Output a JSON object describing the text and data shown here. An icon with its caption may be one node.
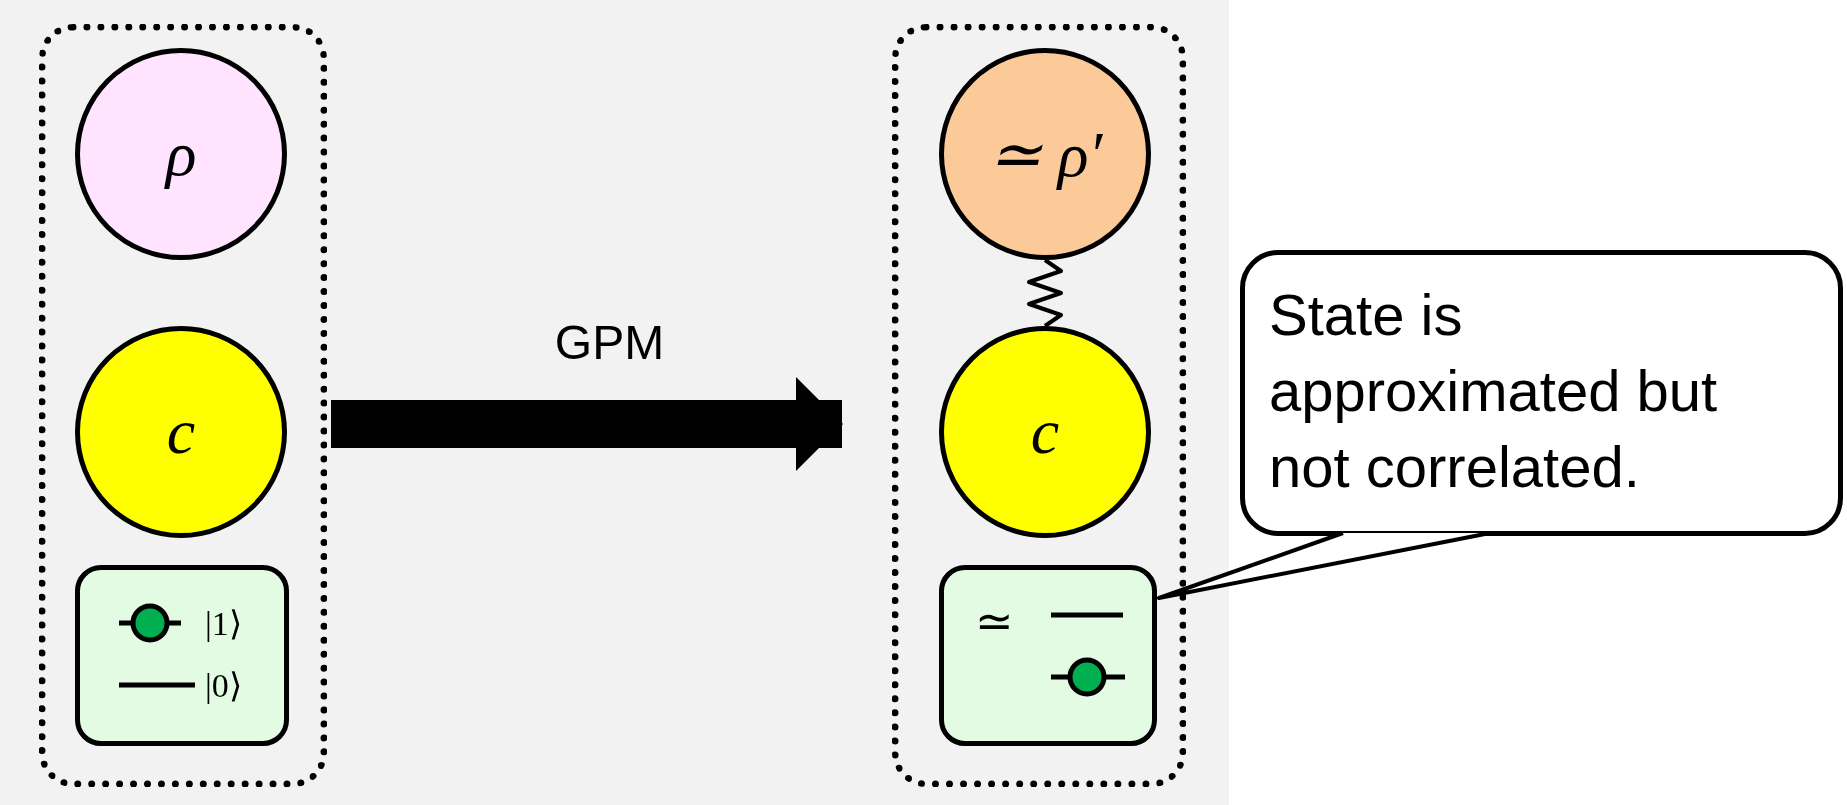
{
  "diagram": {
    "nodes": [
      {
        "text": [],
        "shape": "box"
      },
      {
        "text": [
          "ρ"
        ],
        "in": 0
      },
      {
        "text": [
          "c"
        ],
        "in": 0
      },
      {
        "text": [
          "|1⟩",
          "|0⟩"
        ],
        "in": 0
      },
      {
        "text": [],
        "shape": "box"
      },
      {
        "text": [
          "≃ ρ′"
        ],
        "in": 4
      },
      {
        "text": [
          "c"
        ],
        "in": 4
      },
      {
        "text": [
          "≃"
        ],
        "in": 4
      },
      {
        "text": [
          "State is approximated but not correlated."
        ]
      }
    ],
    "edges": [
      {
        "from": 0,
        "to": 4,
        "arrow": "to",
        "label": "GPM",
        "style": "thick"
      },
      {
        "from": 5,
        "to": 6,
        "arrow": "none"
      },
      {
        "from": 8,
        "to": 7,
        "arrow": "none"
      }
    ]
  }
}
